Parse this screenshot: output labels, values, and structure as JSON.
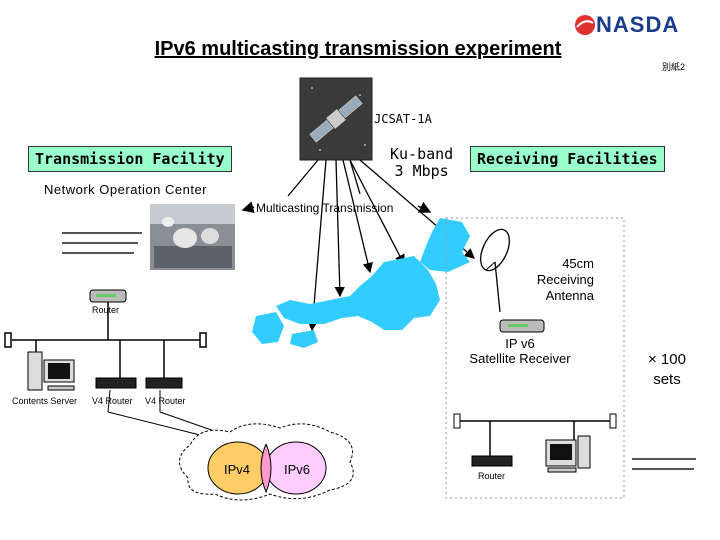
{
  "logo": {
    "text": "NASDA"
  },
  "title": "IPv6 multicasting transmission experiment",
  "annex_label": "別紙2",
  "satellite": {
    "name": "JCSAT-1A"
  },
  "band": {
    "line1": "Ku-band",
    "line2": "3 Mbps"
  },
  "transmission_facility": {
    "label": "Transmission Facility",
    "subtitle": "Network Operation Center"
  },
  "receiving_facilities": {
    "label": "Receiving Facilities"
  },
  "multicasting_label": "Multicasting Transmission",
  "antenna_label": {
    "line1": "45cm",
    "line2": "Receiving",
    "line3": "Antenna"
  },
  "receiver_label": {
    "line1": "IP v6",
    "line2": "Satellite Receiver"
  },
  "multiplier": {
    "line1": "× 100",
    "line2": "sets"
  },
  "router_tx": "Router",
  "router_rx": "Router",
  "contents_server": "Contents Server",
  "v4_router_1": "V4 Router",
  "v4_router_2": "V4 Router",
  "cloud_ipv4": "IPv4",
  "cloud_ipv6": "IPv6",
  "colors": {
    "japan": "#33ccff",
    "label_box": "#99ffcc",
    "cloud_ipv4": "#ffcc66",
    "cloud_ipv6": "#ffccff",
    "logo": "#1a3b8c"
  }
}
